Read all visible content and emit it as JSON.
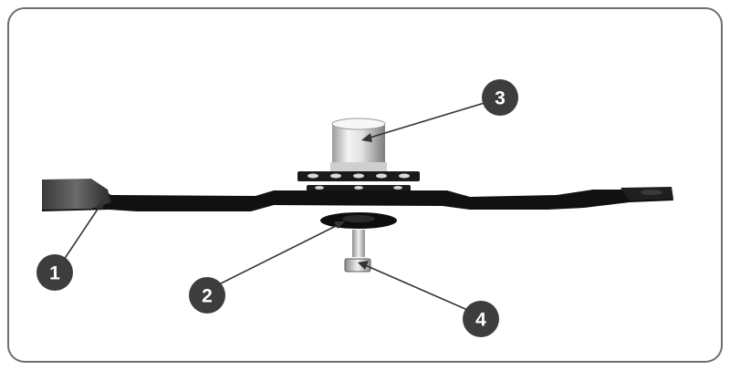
{
  "diagram": {
    "callouts": [
      {
        "number": "1",
        "part": "blade-tip"
      },
      {
        "number": "2",
        "part": "lower-washer"
      },
      {
        "number": "3",
        "part": "spindle-hub"
      },
      {
        "number": "4",
        "part": "blade-bolt"
      }
    ]
  },
  "colors": {
    "frame_border": "#6e6e6e",
    "blade": "#111111",
    "hub_light": "#f2f2f2",
    "hub_dark": "#8a8a8a",
    "callout_fill": "#3d3d3d",
    "callout_line": "#333333",
    "callout_text": "#ffffff"
  }
}
